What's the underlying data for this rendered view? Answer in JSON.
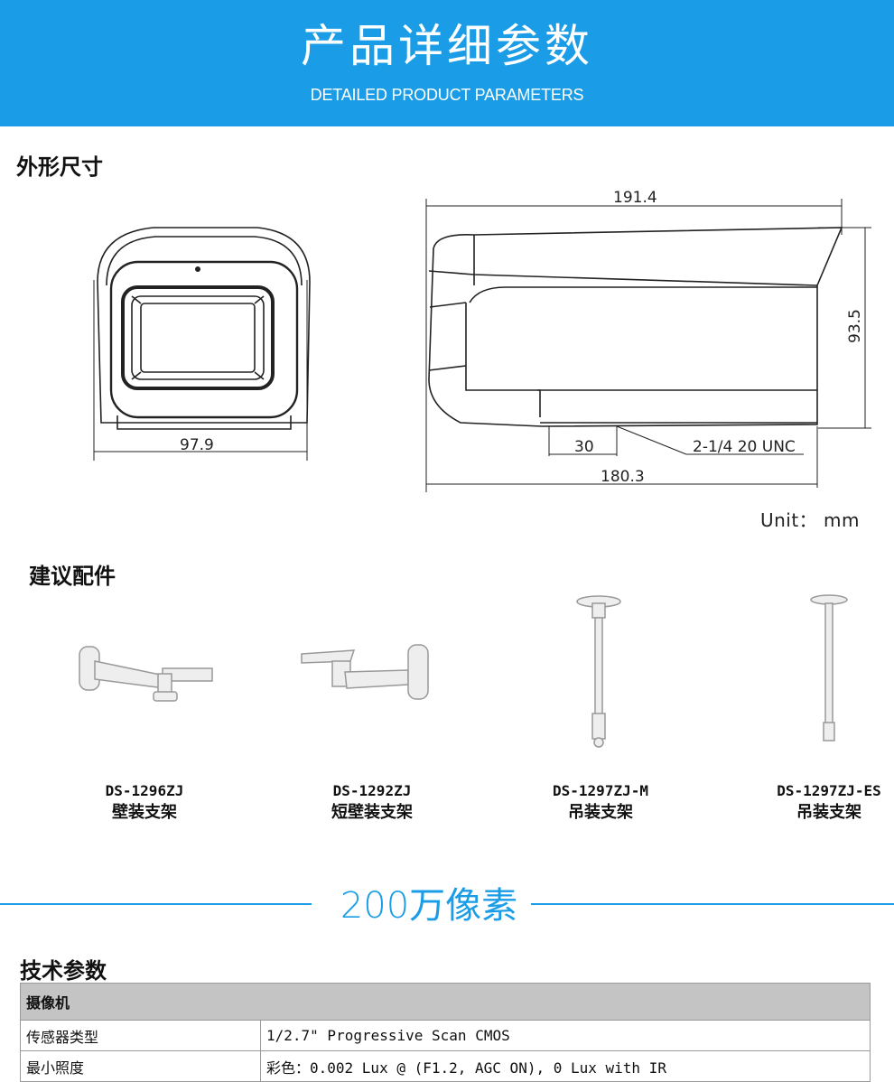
{
  "banner": {
    "title": "产品详细参数",
    "subtitle": "DETAILED PRODUCT PARAMETERS"
  },
  "dimensions": {
    "heading": "外形尺寸",
    "labels": {
      "front_width": "97.9",
      "length": "191.4",
      "height": "93.5",
      "base_length": "180.3",
      "mount": "30",
      "thread": "2-1/4 20 UNC"
    },
    "unit": "Unit： mm"
  },
  "accessories": {
    "heading": "建议配件",
    "items": [
      {
        "model": "DS-1296ZJ",
        "desc": "壁装支架",
        "icon": "wall-bracket"
      },
      {
        "model": "DS-1292ZJ",
        "desc": "短壁装支架",
        "icon": "short-wall-bracket"
      },
      {
        "model": "DS-1297ZJ-M",
        "desc": "吊装支架",
        "icon": "pendant-mount"
      },
      {
        "model": "DS-1297ZJ-ES",
        "desc": "吊装支架",
        "icon": "pendant-mount-slim"
      }
    ]
  },
  "megapixel": {
    "title": "200万像素"
  },
  "specs": {
    "heading": "技术参数",
    "group": "摄像机",
    "rows": [
      {
        "key": "传感器类型",
        "value": "1/2.7\" Progressive Scan CMOS"
      },
      {
        "key": "最小照度",
        "value": "彩色：0.002 Lux @ (F1.2, AGC ON), 0 Lux with IR"
      }
    ]
  },
  "colors": {
    "accent": "#1a9de6",
    "table_group_bg": "#c4c4c4"
  }
}
